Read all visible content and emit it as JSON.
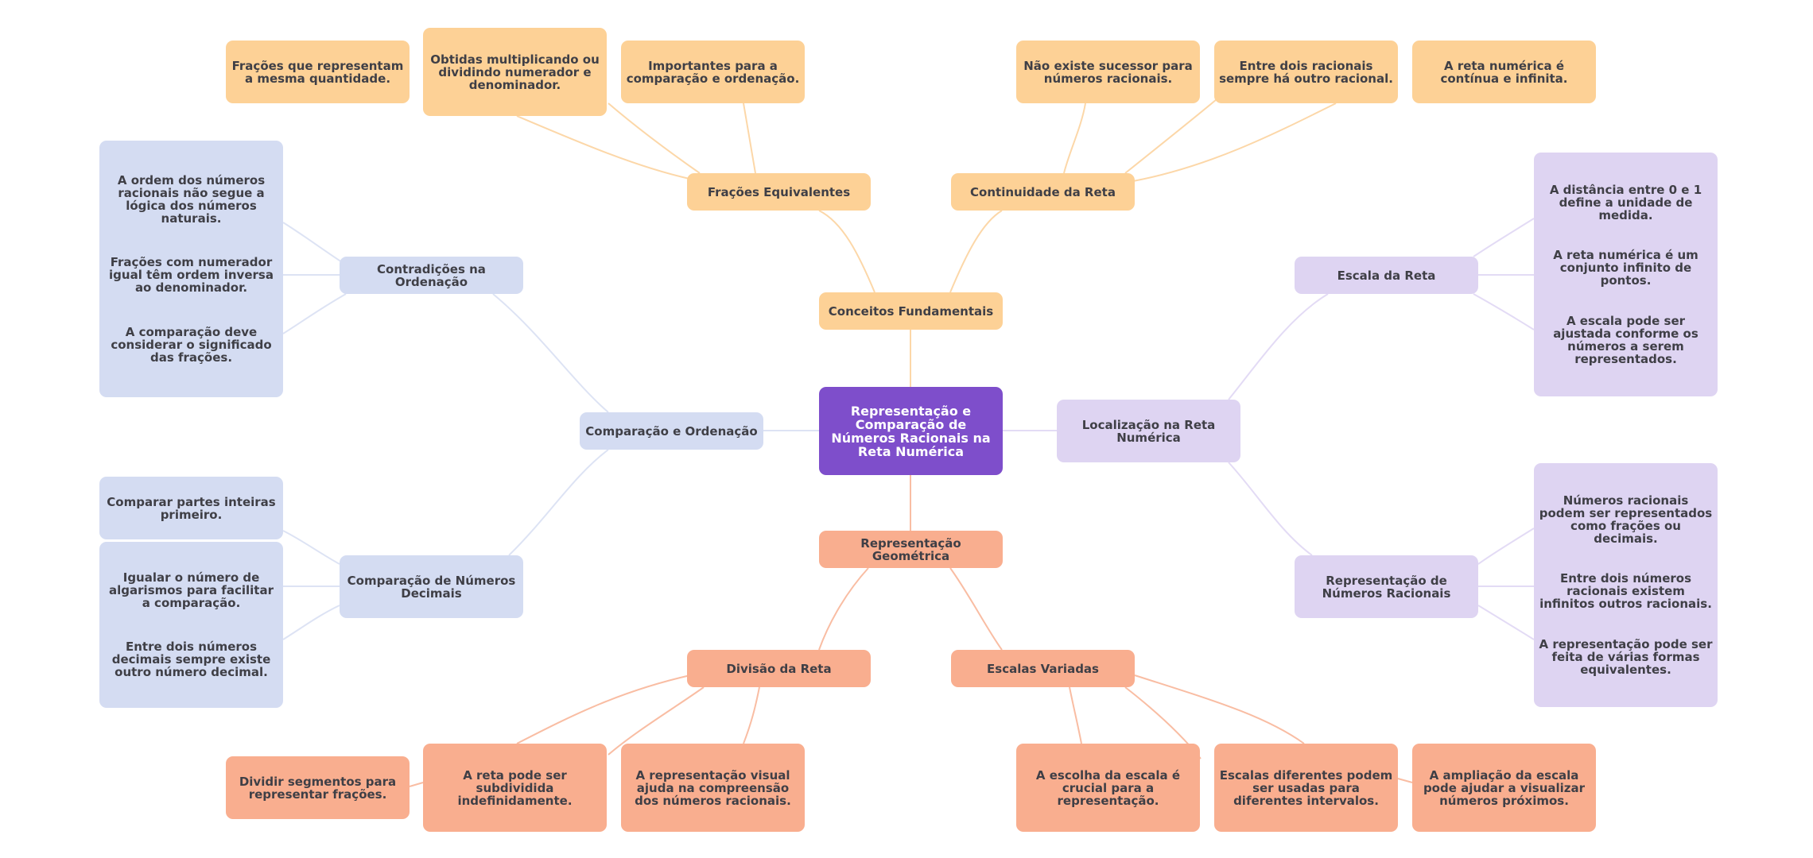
{
  "colors": {
    "root": "#7e4ecb",
    "conceitos": "#fdd196",
    "comparacao": "#d4dcf2",
    "localizacao": "#ded4f2",
    "geometrica": "#f9ae8f",
    "edge_conceitos": "#fcd7a8",
    "edge_comparacao": "#dde3f4",
    "edge_localizacao": "#e3dbf5",
    "edge_geometrica": "#f9bda3"
  },
  "root": {
    "label": "Representação e Comparação de Números Racionais na Reta Numérica"
  },
  "branches": {
    "conceitos": {
      "label": "Conceitos Fundamentais",
      "children": [
        {
          "label": "Frações Equivalentes",
          "leaves": [
            "Frações que representam a mesma quantidade.",
            "Obtidas multiplicando ou dividindo numerador e denominador.",
            "Importantes para a comparação e ordenação."
          ]
        },
        {
          "label": "Continuidade da Reta",
          "leaves": [
            "Não existe sucessor para números racionais.",
            "Entre dois racionais sempre há outro racional.",
            "A reta numérica é contínua e infinita."
          ]
        }
      ]
    },
    "comparacao": {
      "label": "Comparação e Ordenação",
      "children": [
        {
          "label": "Contradições na Ordenação",
          "leaves": [
            "A ordem dos números racionais não segue a lógica dos números naturais.",
            "Frações com numerador igual têm ordem inversa ao denominador.",
            "A comparação deve considerar o significado das frações."
          ]
        },
        {
          "label": "Comparação de Números Decimais",
          "leaves": [
            "Comparar partes inteiras primeiro.",
            "Igualar o número de algarismos para facilitar a comparação.",
            "Entre dois números decimais sempre existe outro número decimal."
          ]
        }
      ]
    },
    "localizacao": {
      "label": "Localização na Reta Numérica",
      "children": [
        {
          "label": "Escala da Reta",
          "leaves": [
            "A distância entre 0 e 1 define a unidade de medida.",
            "A reta numérica é um conjunto infinito de pontos.",
            "A escala pode ser ajustada conforme os números a serem representados."
          ]
        },
        {
          "label": "Representação de Números Racionais",
          "leaves": [
            "Números racionais podem ser representados como frações ou decimais.",
            "Entre dois números racionais existem infinitos outros racionais.",
            "A representação pode ser feita de várias formas equivalentes."
          ]
        }
      ]
    },
    "geometrica": {
      "label": "Representação Geométrica",
      "children": [
        {
          "label": "Divisão da Reta",
          "leaves": [
            "Dividir segmentos para representar frações.",
            "A reta pode ser subdividida indefinidamente.",
            "A representação visual ajuda na compreensão dos números racionais."
          ]
        },
        {
          "label": "Escalas Variadas",
          "leaves": [
            "A escolha da escala é crucial para a representação.",
            "Escalas diferentes podem ser usadas para diferentes intervalos.",
            "A ampliação da escala pode ajudar a visualizar números próximos."
          ]
        }
      ]
    }
  }
}
